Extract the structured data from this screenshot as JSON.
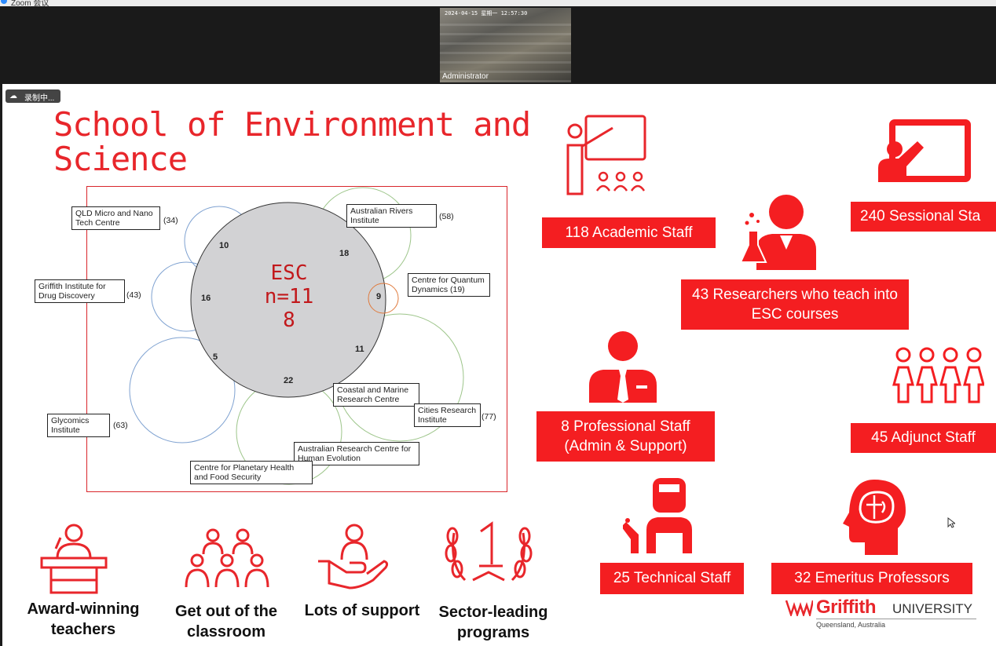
{
  "window": {
    "title": "Zoom 会议"
  },
  "participant": {
    "name": "Administrator",
    "timestamp": "2024-04-15 星期一 12:57:30"
  },
  "recording": {
    "label": "录制中..."
  },
  "slide": {
    "title": "School of Environment and Science",
    "venn": {
      "center": {
        "line1": "ESC",
        "line2": "n=11",
        "line3": "8"
      },
      "overlaps": [
        "10",
        "18",
        "16",
        "9",
        "5",
        "11",
        "22"
      ],
      "labels": [
        {
          "text": "QLD Micro and Nano Tech Centre",
          "count": "(34)"
        },
        {
          "text": "Australian Rivers Institute",
          "count": "(58)"
        },
        {
          "text": "Griffith Institute for Drug Discovery",
          "count": "(43)"
        },
        {
          "text": "Centre for Quantum Dynamics (19)",
          "count": ""
        },
        {
          "text": "Coastal and Marine Research Centre",
          "count": ""
        },
        {
          "text": "Cities Research Institute",
          "count": "(77)"
        },
        {
          "text": "Glycomics Institute",
          "count": "(63)"
        },
        {
          "text": "Australian Research Centre for Human Evolution",
          "count": ""
        },
        {
          "text": "Centre for Planetary Health and Food Security",
          "count": ""
        }
      ]
    },
    "staff": [
      {
        "label": "118 Academic Staff"
      },
      {
        "label": "240 Sessional Sta"
      },
      {
        "label": "43 Researchers who teach into ESC courses"
      },
      {
        "label": "8 Professional Staff (Admin & Support)"
      },
      {
        "label": "45 Adjunct Staff"
      },
      {
        "label": "25 Technical Staff"
      },
      {
        "label": "32 Emeritus Professors"
      }
    ],
    "highlights": [
      {
        "label": "Award-winning teachers"
      },
      {
        "label": "Get out of the classroom"
      },
      {
        "label": "Lots of support"
      },
      {
        "label": "Sector-leading programs"
      }
    ],
    "logo": {
      "name": "Griffith",
      "suffix": "UNIVERSITY",
      "tagline": "Queensland, Australia"
    }
  },
  "colors": {
    "accent": "#f41e21",
    "circle_blue": "#7fa2d1",
    "circle_green": "#9dc58a",
    "circle_orange": "#e07a3c",
    "core_fill": "#d2d2d4"
  }
}
